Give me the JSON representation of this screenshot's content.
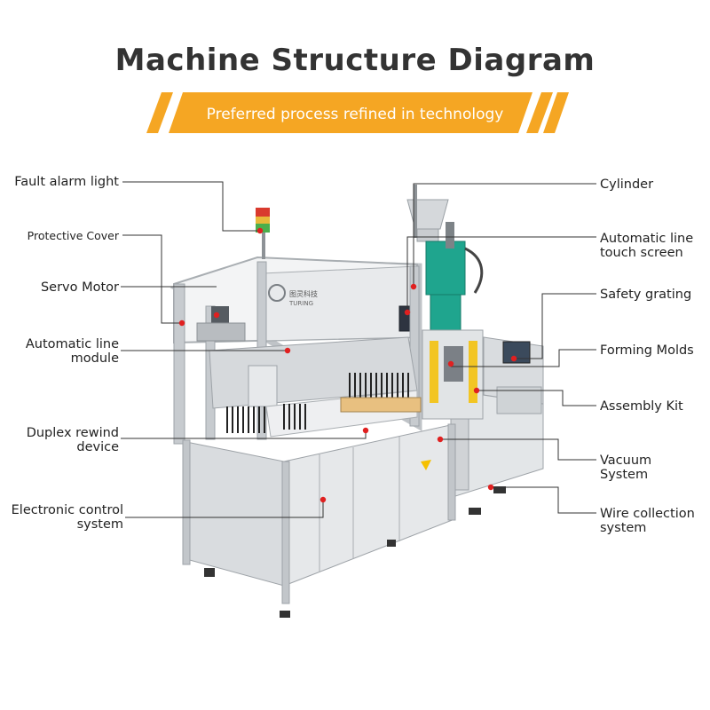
{
  "title": "Machine Structure Diagram",
  "subtitle": "Preferred process refined in technology",
  "brand_text": "TURING",
  "brand_cn": "图灵科技",
  "colors": {
    "banner": "#F5A623",
    "frame": "#BFC3C7",
    "panel": "#DCDFE2",
    "green": "#1FA58E",
    "marker": "#E02020"
  },
  "labels": {
    "fault_alarm_light": "Fault alarm light",
    "protective_cover": "Protective Cover",
    "servo_motor": "Servo Motor",
    "automatic_line_module": [
      "Automatic line",
      "module"
    ],
    "duplex_rewind_device": [
      "Duplex rewind",
      "device"
    ],
    "electronic_control_system": [
      "Electronic control",
      "system"
    ],
    "cylinder": "Cylinder",
    "automatic_line_touch_screen": [
      "Automatic line",
      "touch screen"
    ],
    "safety_grating": "Safety grating",
    "forming_molds": "Forming Molds",
    "assembly_kit": "Assembly Kit",
    "vacuum_system": [
      "Vacuum",
      "System"
    ],
    "wire_collection_system": [
      "Wire collection",
      "system"
    ]
  }
}
